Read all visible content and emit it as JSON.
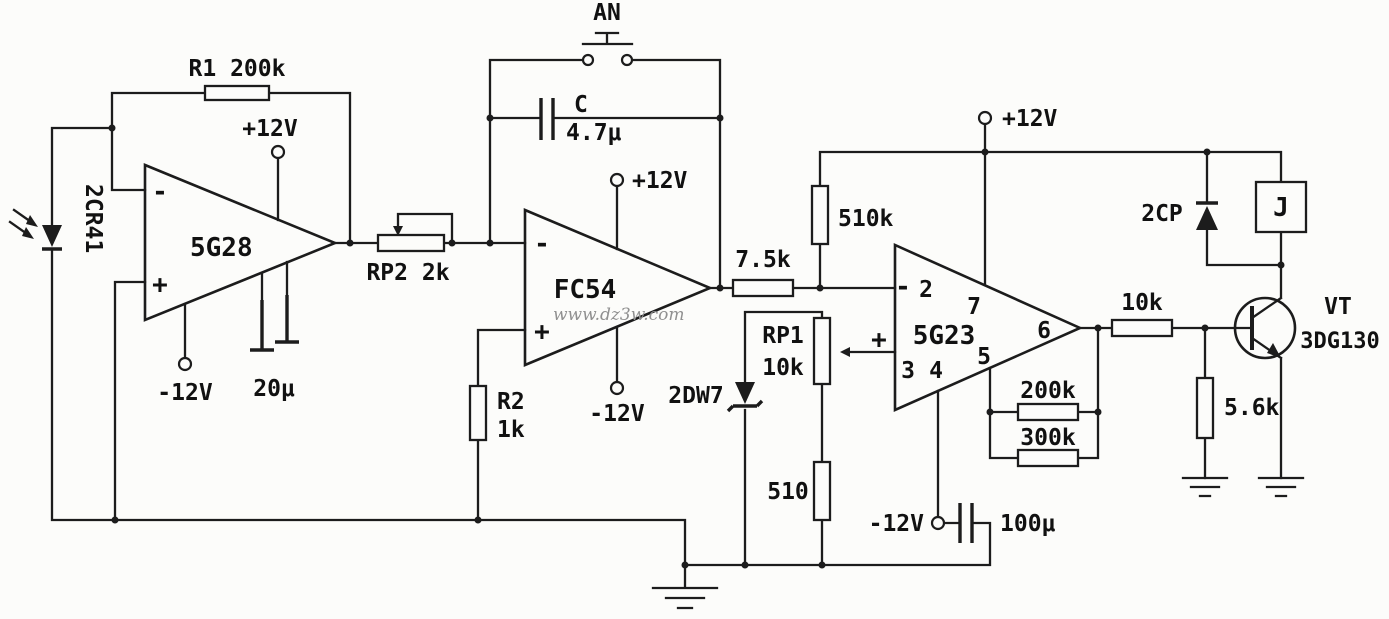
{
  "colors": {
    "ink": "#1c1c1c",
    "paper": "#fcfcfa",
    "watermark_gray": "#909090"
  },
  "watermark": "www.dz3w.com",
  "power": {
    "plus12": "+12V",
    "minus12": "-12V"
  },
  "signs": {
    "plus": "+",
    "minus": "-"
  },
  "opamps": {
    "a1": "5G28",
    "a2": "FC54",
    "a3": "5G23"
  },
  "pins": {
    "p2": "2",
    "p3": "3",
    "p4": "4",
    "p5": "5",
    "p6": "6",
    "p7": "7"
  },
  "parts": {
    "photodiode": "2CR41",
    "r1": "R1 200k",
    "rp2": "RP2 2k",
    "c_name": "C",
    "c_val": "4.7μ",
    "button": "AN",
    "c20": "20μ",
    "r2_name": "R2",
    "r2_val": "1k",
    "r75": "7.5k",
    "r510k": "510k",
    "rp1_name": "RP1",
    "rp1_val": "10k",
    "zener": "2DW7",
    "r510": "510",
    "r200k": "200k",
    "r300k": "300k",
    "c100": "100μ",
    "r10k": "10k",
    "diode": "2CP",
    "relay": "J",
    "vt_name": "VT",
    "vt_val": "3DG130",
    "r56k": "5.6k"
  }
}
